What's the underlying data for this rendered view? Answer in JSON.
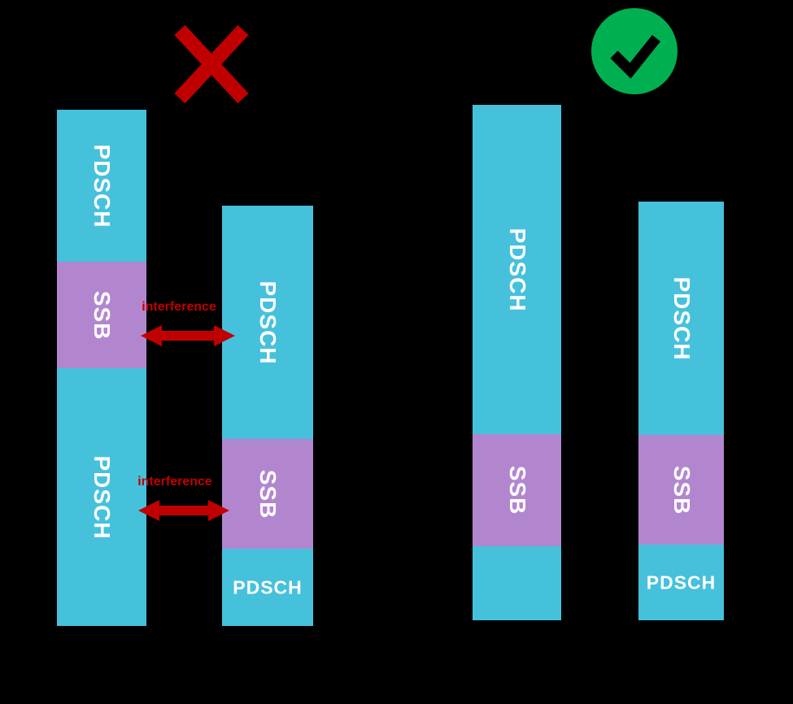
{
  "colors": {
    "background": "#000000",
    "pdsch_fill": "#46C1DC",
    "ssb_fill": "#B286CF",
    "alert_red": "#C00000",
    "success_green": "#00B050",
    "label_white": "#FFFFFF"
  },
  "wrong_case": {
    "verdict_icon": "cross-icon",
    "bar1": {
      "segments": [
        {
          "label": "PDSCH"
        },
        {
          "label": "SSB"
        },
        {
          "label": "PDSCH"
        }
      ]
    },
    "bar2": {
      "segments": [
        {
          "label": "PDSCH"
        },
        {
          "label": "SSB"
        },
        {
          "label": "PDSCH"
        }
      ]
    },
    "annotations": [
      {
        "label": "interference"
      },
      {
        "label": "interference"
      }
    ]
  },
  "correct_case": {
    "verdict_icon": "check-circle-icon",
    "bar1": {
      "segments": [
        {
          "label": "PDSCH"
        },
        {
          "label": "SSB"
        },
        {
          "label": ""
        }
      ]
    },
    "bar2": {
      "segments": [
        {
          "label": "PDSCH"
        },
        {
          "label": "SSB"
        },
        {
          "label": "PDSCH"
        }
      ]
    }
  }
}
